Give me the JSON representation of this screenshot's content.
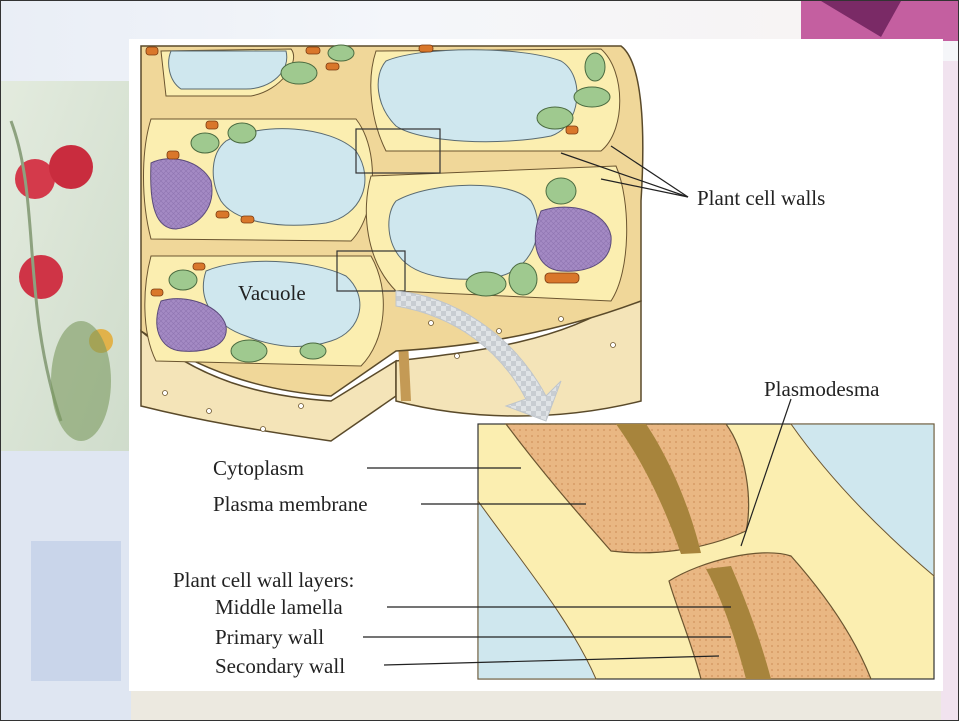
{
  "labels": {
    "plant_cell_walls": "Plant cell walls",
    "vacuole": "Vacuole",
    "plasmodesma": "Plasmodesma",
    "cytoplasm": "Cytoplasm",
    "plasma_membrane": "Plasma membrane",
    "wall_layers_heading": "Plant cell wall layers:",
    "middle_lamella": "Middle lamella",
    "primary_wall": "Primary wall",
    "secondary_wall": "Secondary wall"
  },
  "colors": {
    "vacuole": "#cfe7ee",
    "cytoplasm": "#fbeeb0",
    "wall": "#e8c98a",
    "wall_layer": "#e9b783",
    "lamella": "#a7843c",
    "nucleus": "#a48ac4",
    "chloroplast": "#9fc98f",
    "mitochondria": "#d9772b"
  }
}
